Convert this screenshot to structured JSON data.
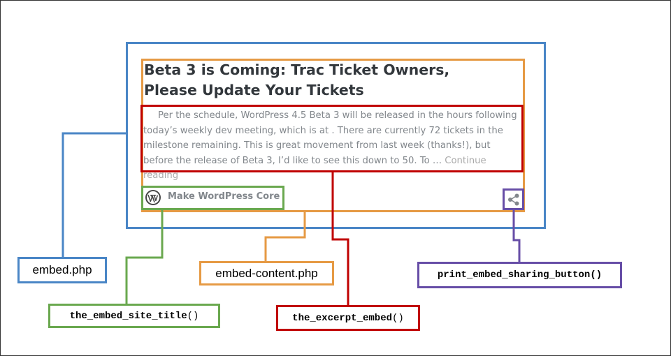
{
  "embed_card": {
    "title": "Beta 3 is Coming: Trac Ticket Owners, Please Update Your Tickets",
    "excerpt": "Per the schedule, WordPress 4.5 Beta 3 will be released in the hours following today’s weekly dev meeting, which is at . There are currently 72 tickets in the milestone remaining. This is great movement from last week (thanks!), but before the release of Beta 3, I’d like to see this down to 50. To …",
    "continue_reading": "Continue reading",
    "site_icon": "wordpress-logo-icon",
    "site_title": "Make WordPress Core",
    "share_icon": "share-icon"
  },
  "annotations": {
    "embed_php": {
      "text": "embed.php",
      "color": "#4a86c6"
    },
    "embed_content": {
      "text": "embed-content.php",
      "color": "#e69a44"
    },
    "excerpt_embed": {
      "name": "the_excerpt_embed",
      "parens": "()",
      "color": "#c00000"
    },
    "site_title": {
      "name": "the_embed_site_title",
      "parens": "()",
      "color": "#6aa84f"
    },
    "sharing_button": {
      "name": "print_embed_sharing_button",
      "parens": "()",
      "color": "#674ea7"
    }
  }
}
